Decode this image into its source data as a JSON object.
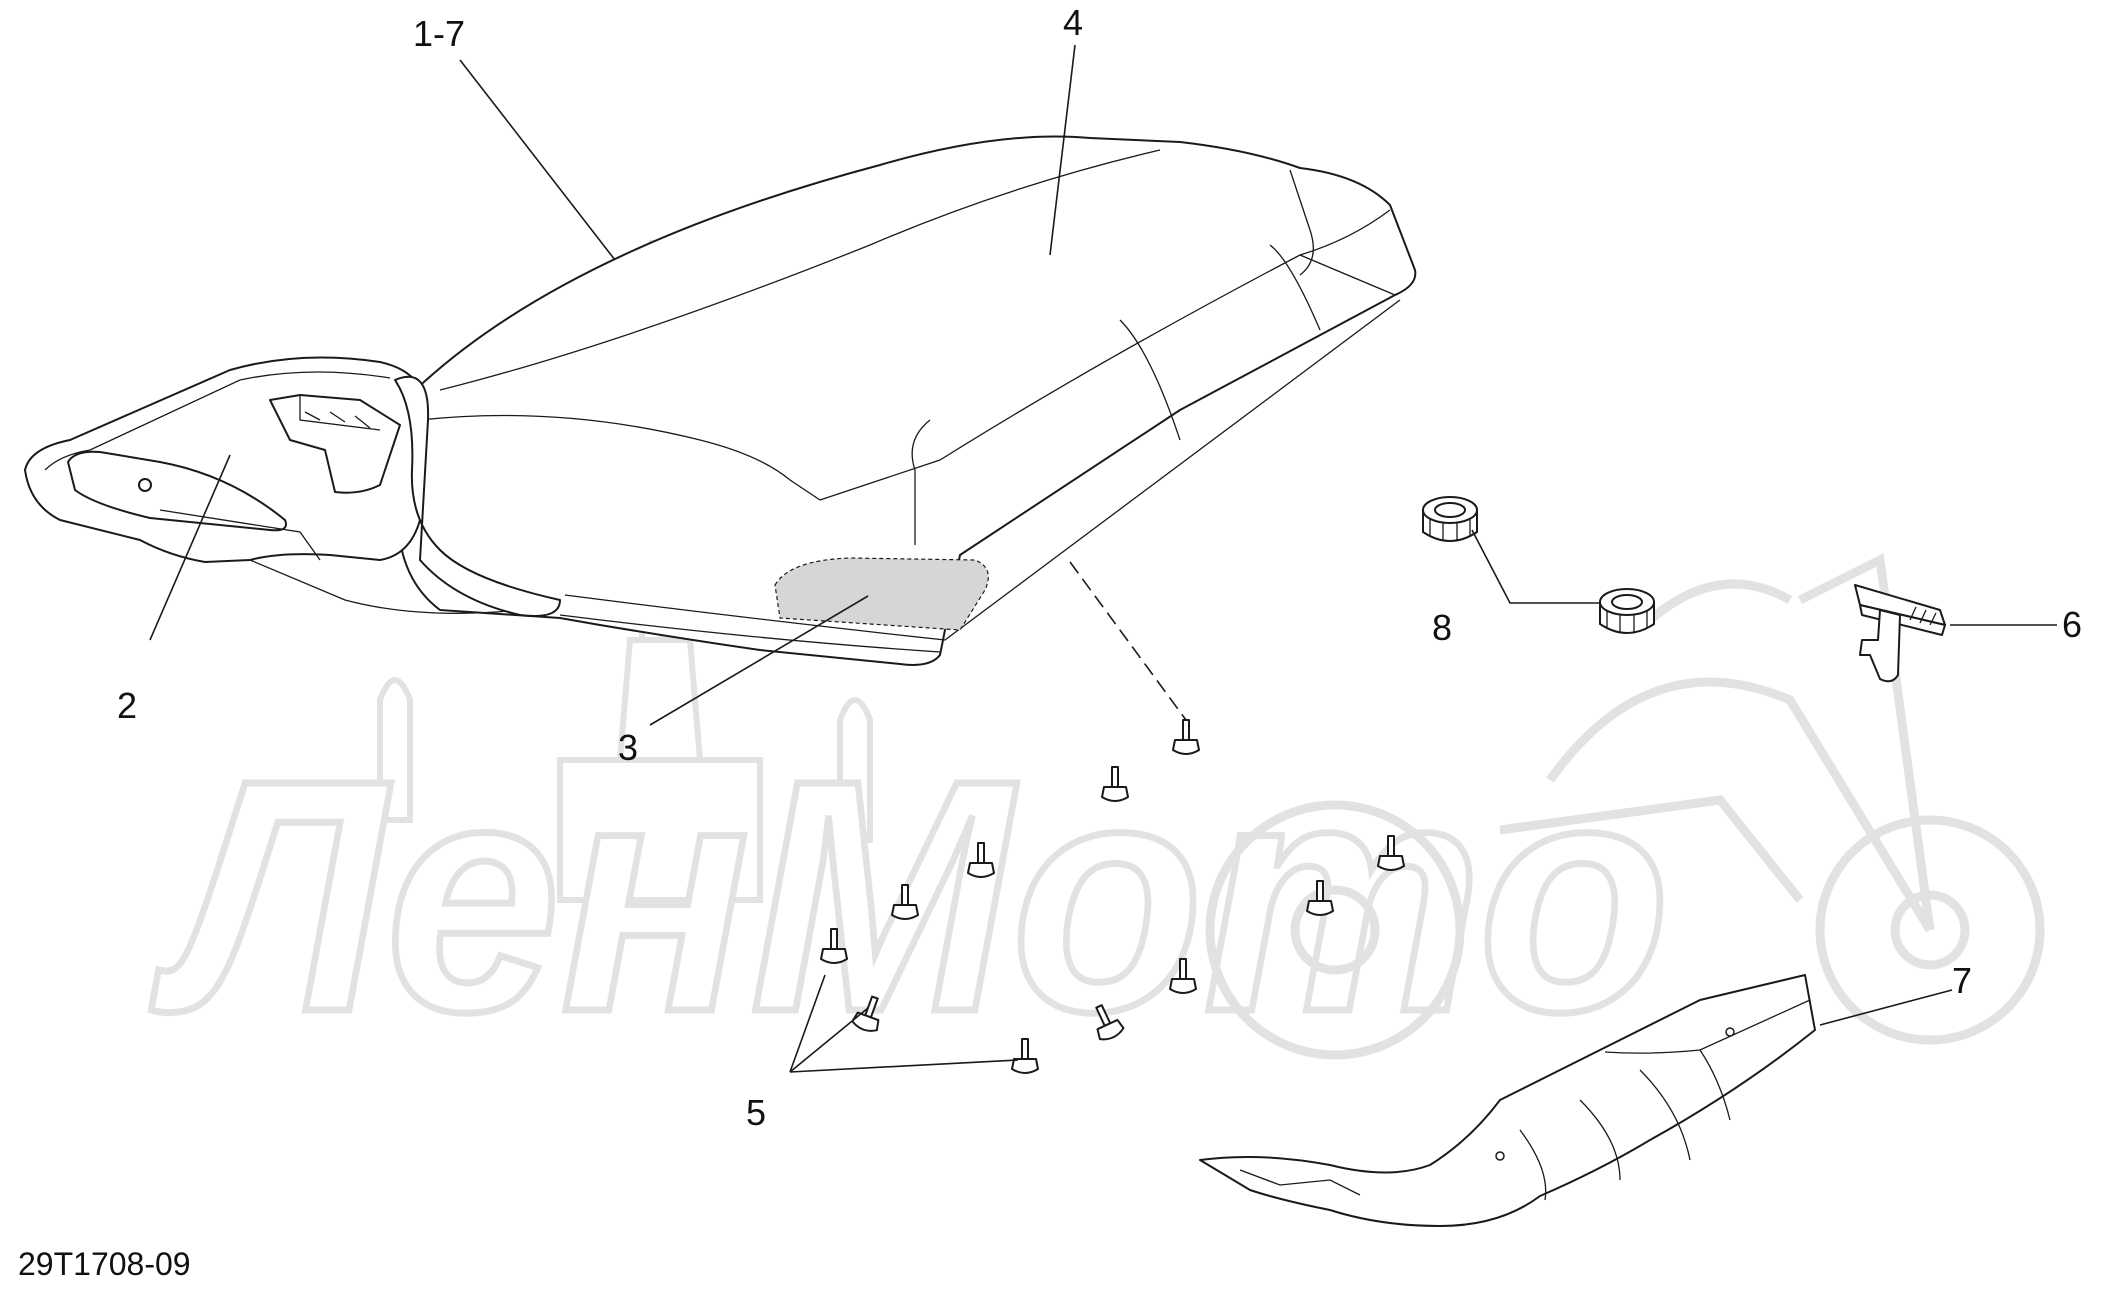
{
  "diagram": {
    "code": "29T1708-09",
    "watermark": "ЛенМото",
    "callouts": [
      {
        "id": "c-1-7",
        "label": "1-7"
      },
      {
        "id": "c-4",
        "label": "4"
      },
      {
        "id": "c-2",
        "label": "2"
      },
      {
        "id": "c-3",
        "label": "3"
      },
      {
        "id": "c-8",
        "label": "8"
      },
      {
        "id": "c-6",
        "label": "6"
      },
      {
        "id": "c-5",
        "label": "5"
      },
      {
        "id": "c-7",
        "label": "7"
      }
    ],
    "colors": {
      "line": "#1a1a1a",
      "watermark": "#e2e2e2",
      "patch": "#d6d6d6"
    }
  }
}
